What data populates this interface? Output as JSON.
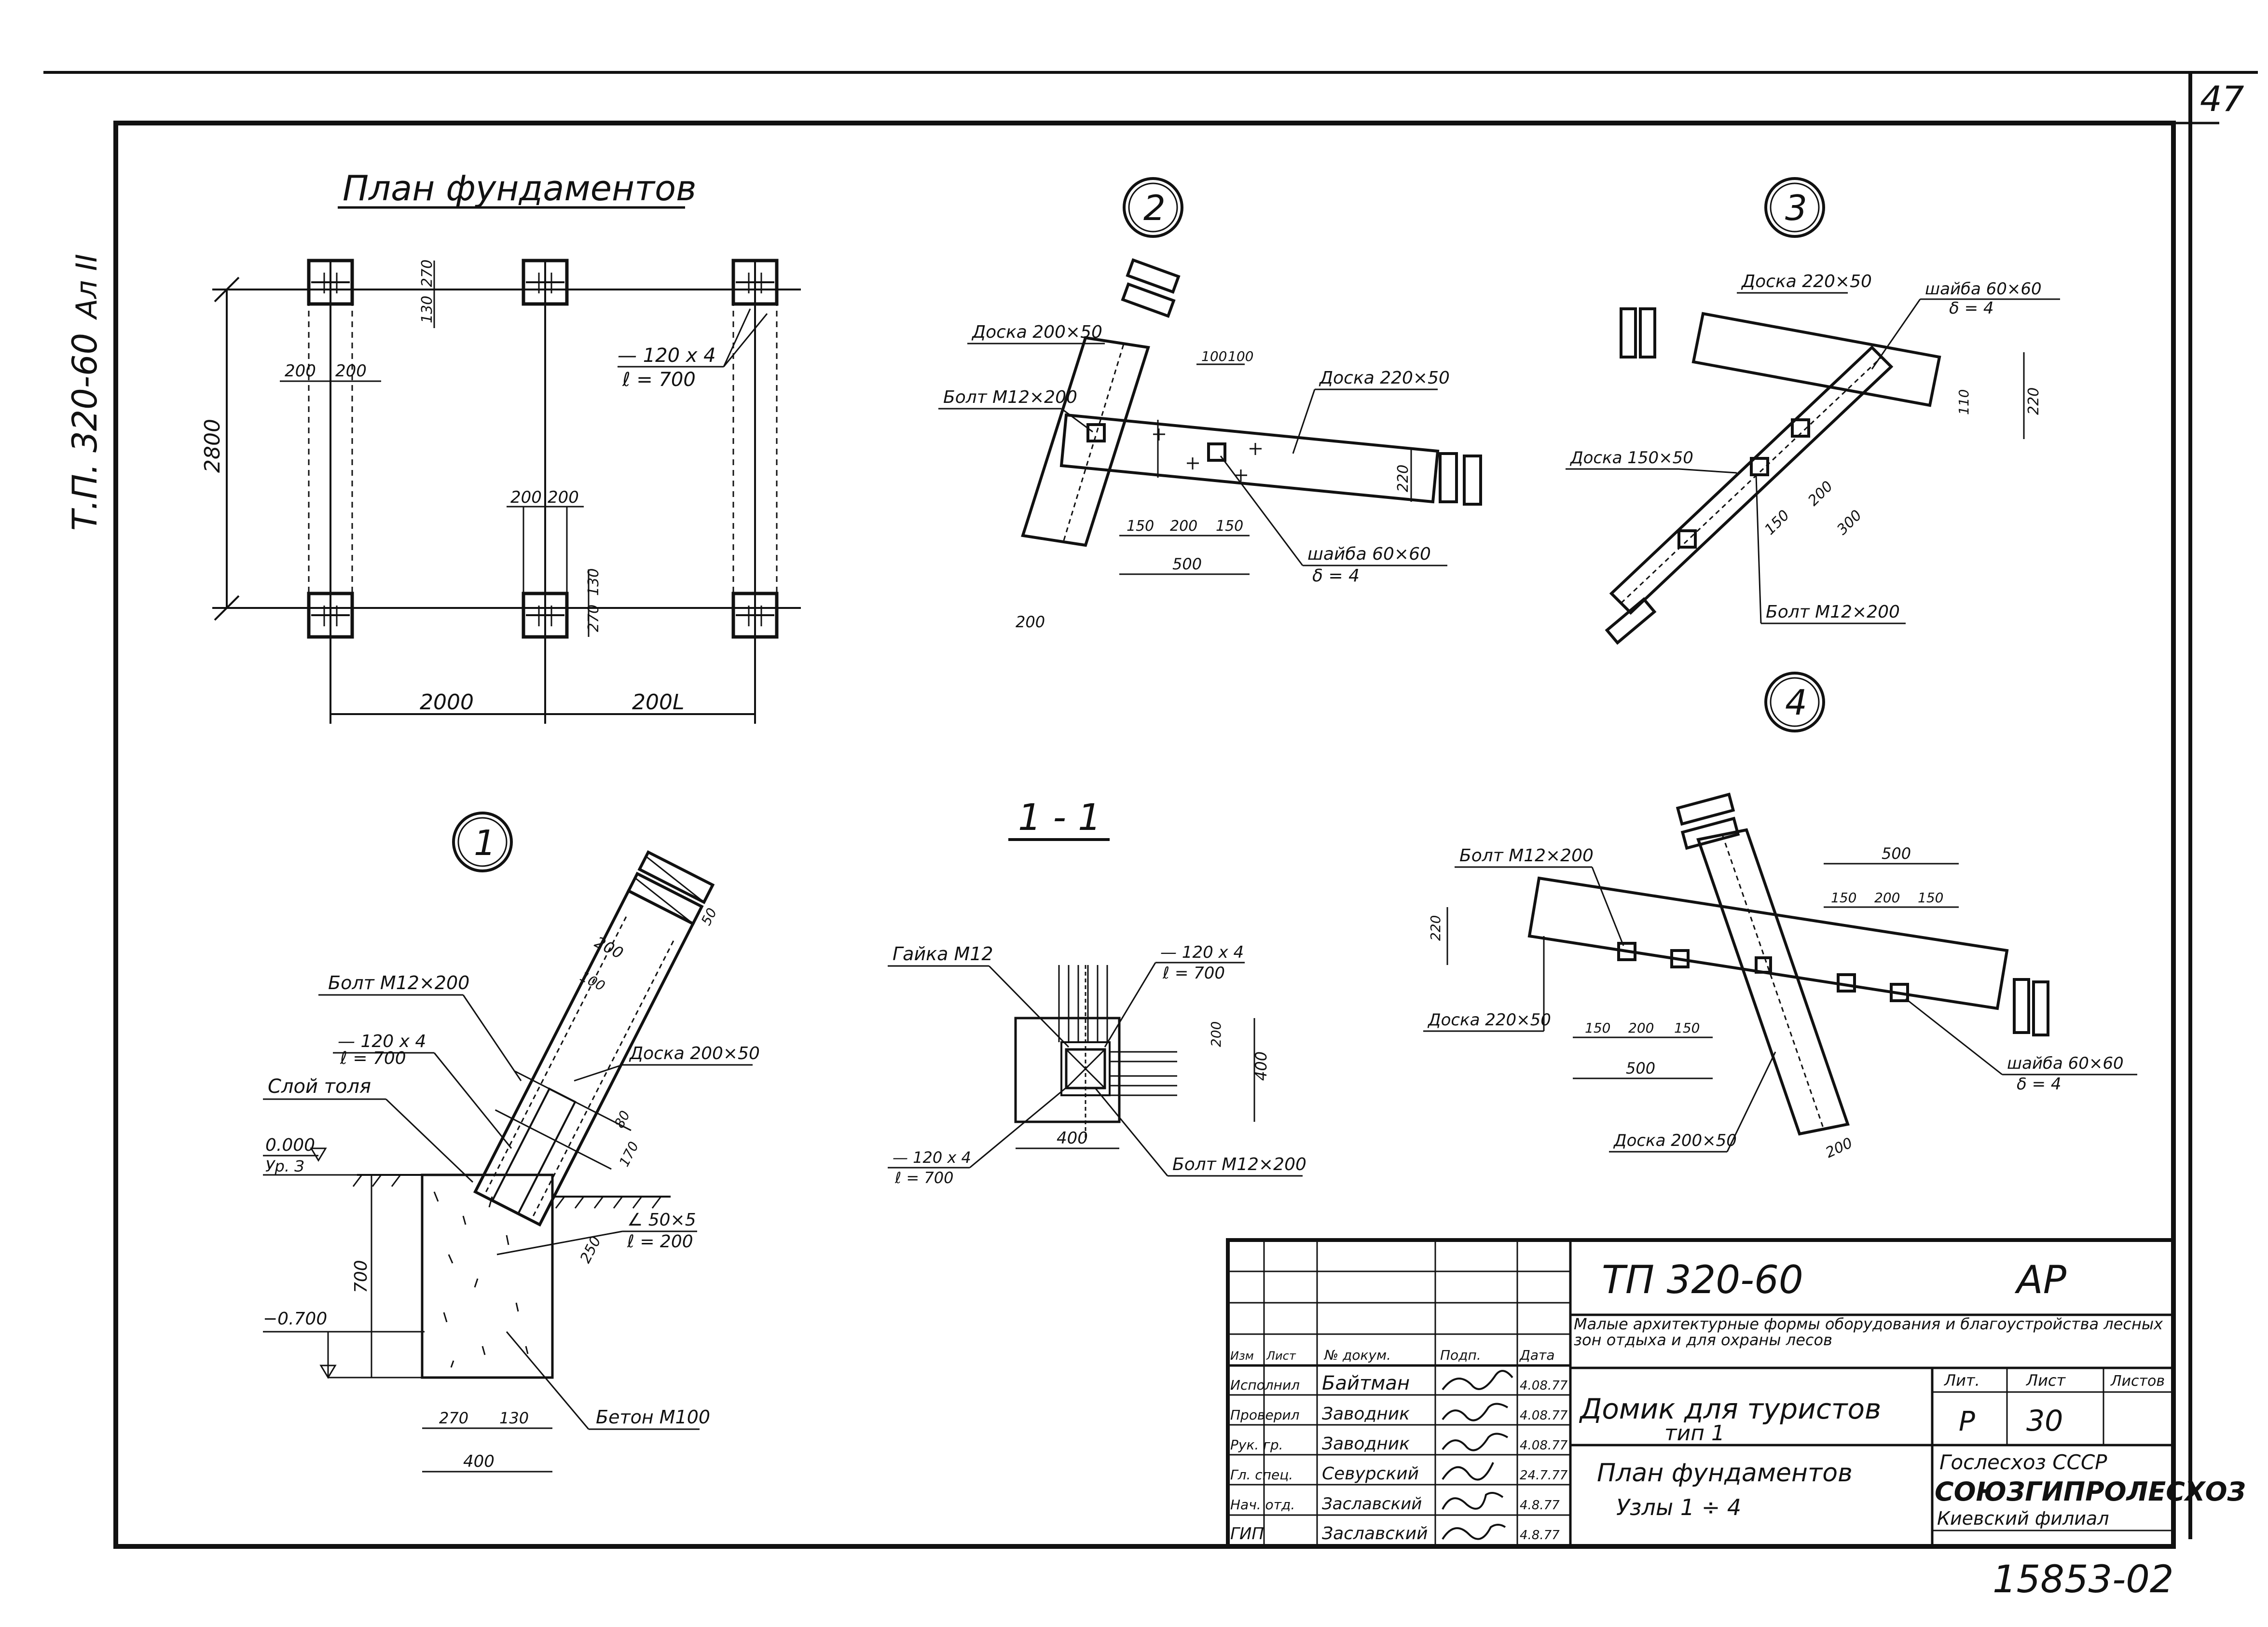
{
  "sheet": {
    "page_number": "47",
    "side_stamp": "Т.П. 320-60",
    "side_stamp_suffix": "Ал II",
    "archive_number": "15853-02"
  },
  "plan": {
    "title": "План фундаментов",
    "dims": {
      "d2800": "2800",
      "d2000a": "2000",
      "d2000b": "200L",
      "d200a": "200",
      "d200b": "200",
      "d200c": "200",
      "d200d": "200",
      "d270a": "270",
      "d130a": "130",
      "d270b": "270",
      "d130b": "130"
    },
    "callout_line1": "— 120 х 4",
    "callout_line2": "ℓ = 700"
  },
  "node1": {
    "number": "1",
    "bolt": "Болт М12×200",
    "plate1": "— 120 х 4",
    "plate2": "ℓ = 700",
    "felt": "Слой толя",
    "board": "Доска 200×50",
    "level_top": "0.000",
    "level_top_note": "Ур. З",
    "level_bottom": "−0.700",
    "angle1": "∠ 50×5",
    "angle2": "ℓ = 200",
    "concrete": "Бетон М100",
    "d700": "700",
    "d270": "270",
    "d130": "130",
    "d400": "400",
    "d200": "200",
    "d100": "100",
    "d50": "50",
    "d80": "80",
    "d250": "250",
    "d170": "170"
  },
  "section11": {
    "label": "1 - 1",
    "nut": "Гайка М12",
    "plate_top1": "— 120 х 4",
    "plate_top2": "ℓ = 700",
    "plate_bot1": "— 120 х 4",
    "plate_bot2": "ℓ = 700",
    "bolt": "Болт М12×200",
    "d400w": "400",
    "d400h": "400",
    "d200": "200"
  },
  "node2": {
    "number": "2",
    "board1": "Доска 200×50",
    "board2": "Доска 220×50",
    "bolt": "Болт М12×200",
    "washer1": "шайба 60×60",
    "washer2": "δ = 4",
    "d150a": "150",
    "d200": "200",
    "d150b": "150",
    "d500": "500",
    "d100a": "100",
    "d100b": "100",
    "d220": "220",
    "d200b": "200"
  },
  "node3": {
    "number": "3",
    "board1": "Доска 220×50",
    "board2": "Доска 150×50",
    "washer1": "шайба 60×60",
    "washer2": "δ = 4",
    "bolt": "Болт М12×200",
    "d150": "150",
    "d200": "200",
    "d300": "300",
    "d220": "220",
    "d110": "110"
  },
  "node4": {
    "number": "4",
    "bolt": "Болт М12×200",
    "board1": "Доска 220×50",
    "board2": "Доска 200×50",
    "washer1": "шайба 60×60",
    "washer2": "δ = 4",
    "d500a": "500",
    "d150a": "150",
    "d200a": "200",
    "d150b": "150",
    "d500b": "500",
    "d150c": "150",
    "d200b": "200",
    "d150d": "150",
    "d220": "220",
    "d200c": "200"
  },
  "title_block": {
    "project_code": "ТП 320-60",
    "section_code": "АР",
    "project_desc": "Малые архитектурные формы оборудования и благоустройства лесных зон отдыха и для охраны лесов",
    "head_izm": "Изм",
    "head_list": "Лист",
    "head_doc": "№ докум.",
    "head_sign": "Подп.",
    "head_date": "Дата",
    "roles": [
      "Исполнил",
      "Проверил",
      "Рук. гр.",
      "Гл. спец.",
      "Нач. отд.",
      "ГИП"
    ],
    "names": [
      "Байтман",
      "Заводник",
      "Заводник",
      "Севурский",
      "Заславский",
      "Заславский"
    ],
    "dates": [
      "4.08.77",
      "4.08.77",
      "4.08.77",
      "24.7.77",
      "4.8.77",
      "4.8.77"
    ],
    "object_name": "Домик для туристов",
    "object_type": "тип 1",
    "sheet_name": "План фундаментов",
    "sheet_nodes": "Узлы 1 ÷ 4",
    "stage_label": "Лит.",
    "sheet_label": "Лист",
    "sheets_label": "Листов",
    "stage": "Р",
    "sheet_no": "30",
    "org1": "Гослесхоз СССР",
    "org2": "СОЮЗГИПРОЛЕСХОЗ",
    "org3": "Киевский филиал"
  }
}
